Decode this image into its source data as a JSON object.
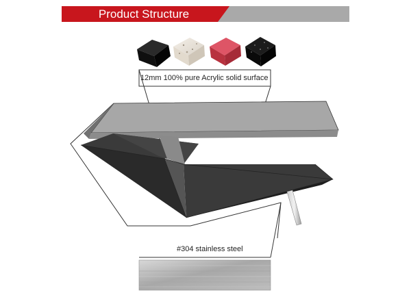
{
  "header": {
    "title": "Product Structure",
    "accent_color": "#c8161d",
    "bar_color": "#a9a9a9"
  },
  "materials": {
    "swatches": [
      {
        "name": "black",
        "color": "#161616"
      },
      {
        "name": "white-speckled",
        "color": "#ece7df"
      },
      {
        "name": "red",
        "color": "#d9495a"
      },
      {
        "name": "black-sparkle",
        "color": "#101010"
      }
    ],
    "top_label": "12mm 100% pure Acrylic solid surface",
    "bottom_label": "#304 stainless steel"
  }
}
